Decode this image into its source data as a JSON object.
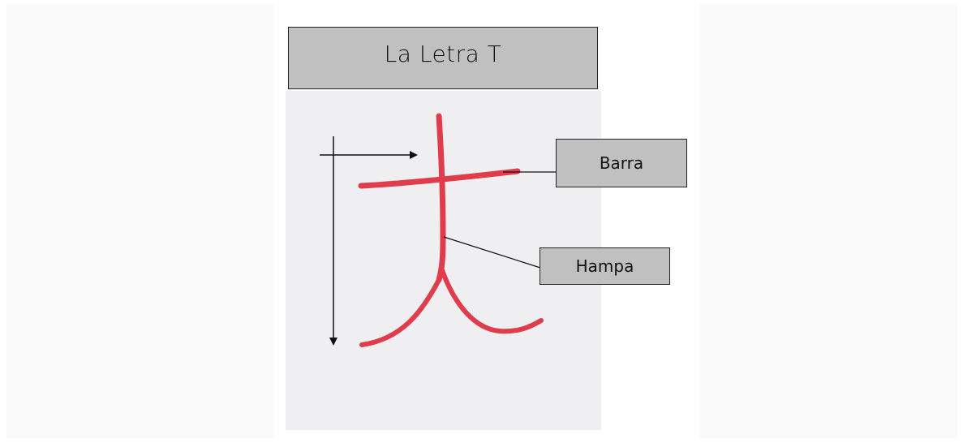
{
  "title": "La Letra T",
  "labels": {
    "bar": "Barra",
    "stem": "Hampa"
  },
  "colors": {
    "ink": "#e03c4c",
    "label_fill": "#c0c0c0",
    "paper": "#efeff1",
    "arrow": "#111111"
  }
}
